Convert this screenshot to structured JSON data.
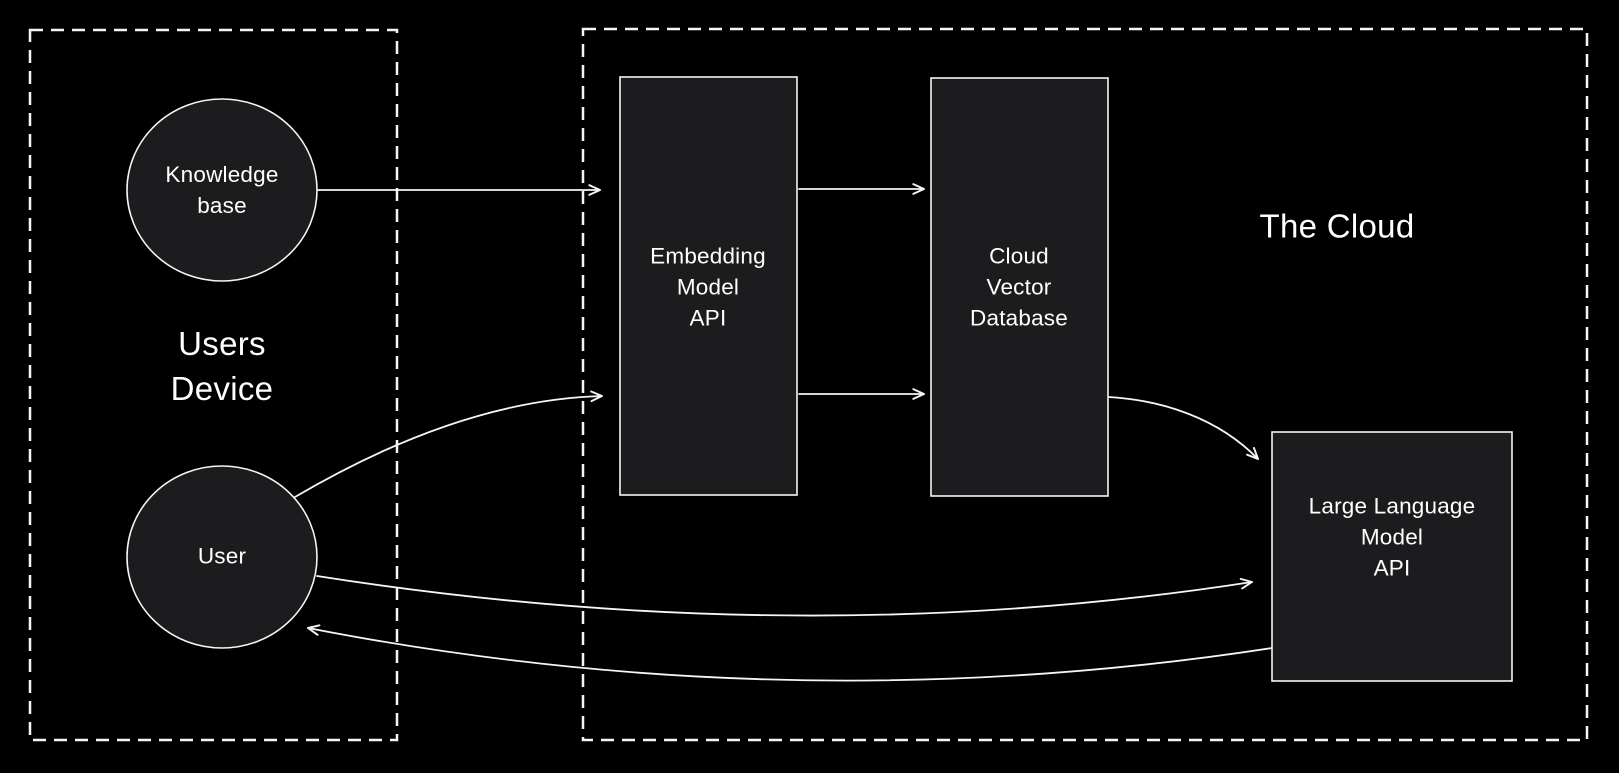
{
  "diagram": {
    "colors": {
      "background": "#000000",
      "node_fill": "#1c1c1f",
      "stroke": "#f5f5f5",
      "text": "#ffffff"
    },
    "groups": {
      "users_device": {
        "label": "Users\nDevice"
      },
      "cloud": {
        "label": "The Cloud"
      }
    },
    "nodes": {
      "knowledge_base": {
        "label": "Knowledge\nbase",
        "shape": "circle",
        "group": "users_device"
      },
      "user": {
        "label": "User",
        "shape": "circle",
        "group": "users_device"
      },
      "embedding_model_api": {
        "label": "Embedding\nModel\nAPI",
        "shape": "rect",
        "group": "cloud"
      },
      "cloud_vector_database": {
        "label": "Cloud\nVector\nDatabase",
        "shape": "rect",
        "group": "cloud"
      },
      "large_language_model_api": {
        "label": "Large Language\nModel\nAPI",
        "shape": "rect",
        "group": "cloud"
      }
    },
    "edges": [
      {
        "from": "knowledge_base",
        "to": "embedding_model_api"
      },
      {
        "from": "user",
        "to": "embedding_model_api"
      },
      {
        "from": "embedding_model_api",
        "to": "cloud_vector_database",
        "position": "top"
      },
      {
        "from": "embedding_model_api",
        "to": "cloud_vector_database",
        "position": "bottom"
      },
      {
        "from": "cloud_vector_database",
        "to": "large_language_model_api"
      },
      {
        "from": "user",
        "to": "large_language_model_api"
      },
      {
        "from": "large_language_model_api",
        "to": "user"
      }
    ]
  }
}
